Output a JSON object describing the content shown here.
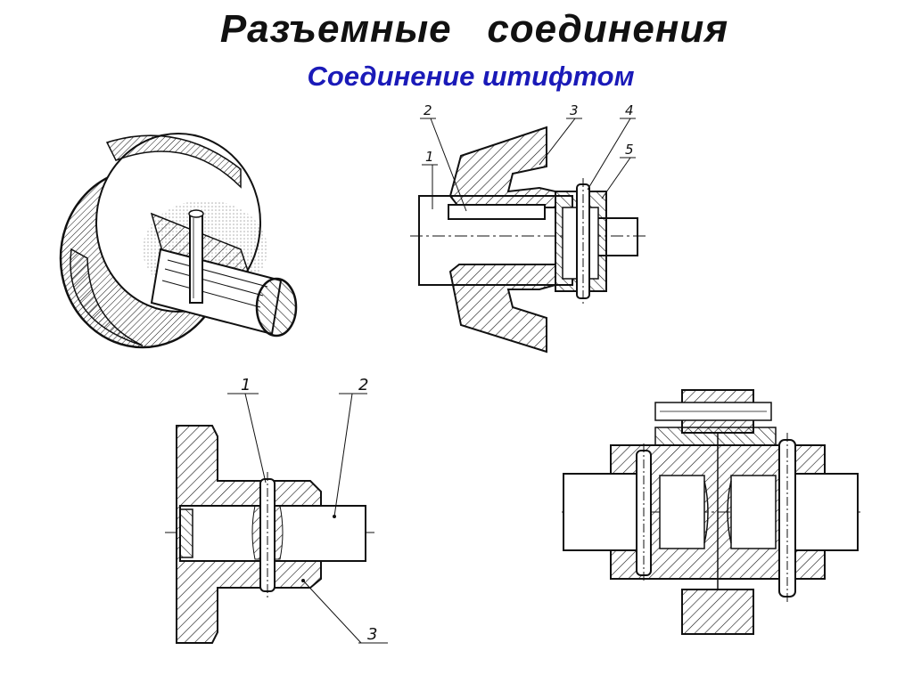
{
  "title": "Разъемные   соединения",
  "subtitle": "Соединение штифтом",
  "colors": {
    "ink": "#111111",
    "subtitle": "#1a1ab8",
    "background": "#ffffff"
  },
  "top_section": {
    "labels": [
      "1",
      "2",
      "3",
      "4",
      "5"
    ]
  },
  "bottom_left_section": {
    "labels": [
      "1",
      "2",
      "3"
    ]
  }
}
